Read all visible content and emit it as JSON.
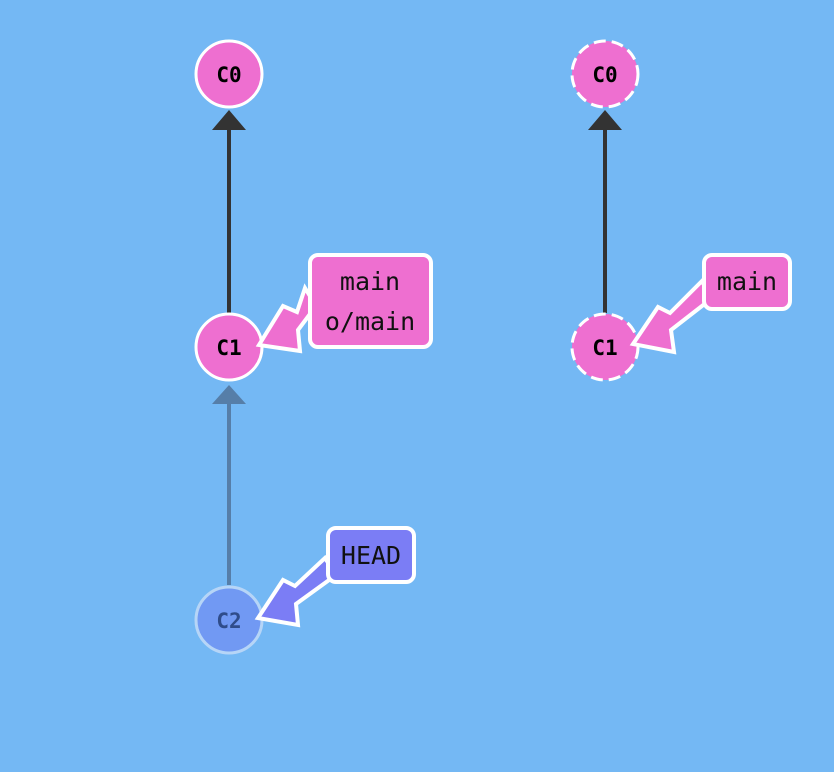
{
  "local_repo": {
    "commits": [
      {
        "id": "C0",
        "color": "#ee6fd0"
      },
      {
        "id": "C1",
        "color": "#ee6fd0"
      },
      {
        "id": "C2",
        "color": "#7199f3",
        "faded": true
      }
    ],
    "branches": {
      "main_line1": "main",
      "main_line2": "o/main",
      "head": "HEAD"
    }
  },
  "remote_repo": {
    "commits": [
      {
        "id": "C0",
        "color": "#ee6fd0"
      },
      {
        "id": "C1",
        "color": "#ee6fd0"
      }
    ],
    "branches": {
      "main": "main"
    }
  },
  "colors": {
    "background": "#74b8f4",
    "commit_pink": "#ee6fd0",
    "head_blue": "#7b7df5",
    "faded_commit": "#7199f3",
    "edge": "#333333"
  }
}
